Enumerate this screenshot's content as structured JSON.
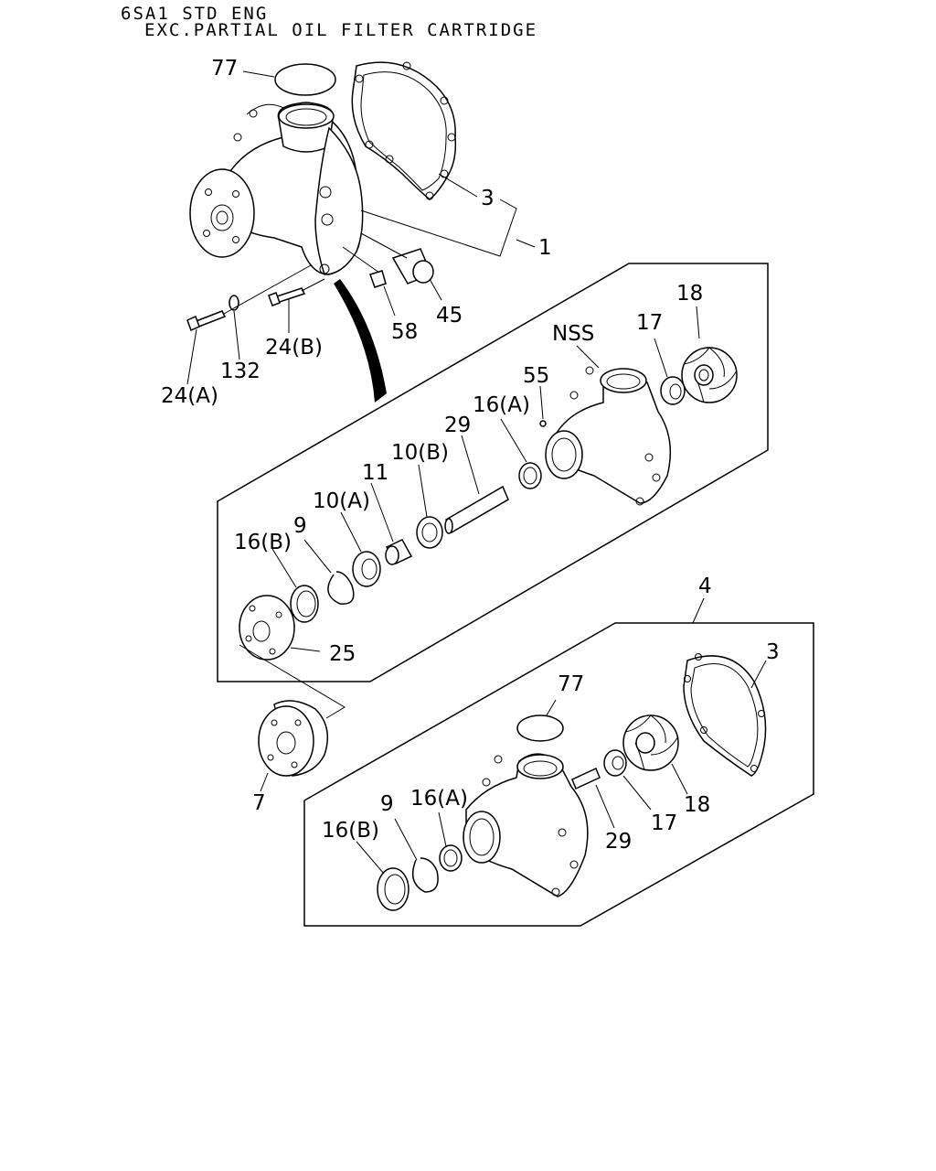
{
  "header": {
    "line1": "6SA1 STD ENG",
    "line2": "EXC.PARTIAL OIL FILTER CARTRIDGE"
  },
  "callouts": {
    "c77_top": "77",
    "c3_top": "3",
    "c1": "1",
    "c45": "45",
    "c58": "58",
    "c24b": "24(B)",
    "c132": "132",
    "c24a": "24(A)",
    "c18_mid": "18",
    "c17_mid": "17",
    "nss": "NSS",
    "c55": "55",
    "c16a_mid": "16(A)",
    "c29_mid": "29",
    "c10b": "10(B)",
    "c11": "11",
    "c10a": "10(A)",
    "c9_mid": "9",
    "c16b_mid": "16(B)",
    "c25": "25",
    "c4": "4",
    "c3_bot": "3",
    "c77_bot": "77",
    "c7": "7",
    "c9_bot": "9",
    "c16a_bot": "16(A)",
    "c16b_bot": "16(B)",
    "c29_bot": "29",
    "c17_bot": "17",
    "c18_bot": "18"
  }
}
